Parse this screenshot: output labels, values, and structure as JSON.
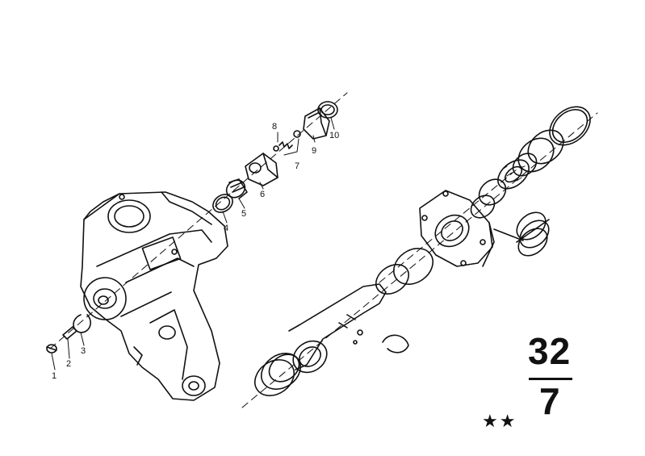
{
  "diagram": {
    "callouts": [
      "1",
      "2",
      "3",
      "4",
      "5",
      "6",
      "7",
      "8",
      "9",
      "10"
    ]
  },
  "group_label": {
    "group_number": "32",
    "sub_number": "7",
    "stars": "★★"
  }
}
